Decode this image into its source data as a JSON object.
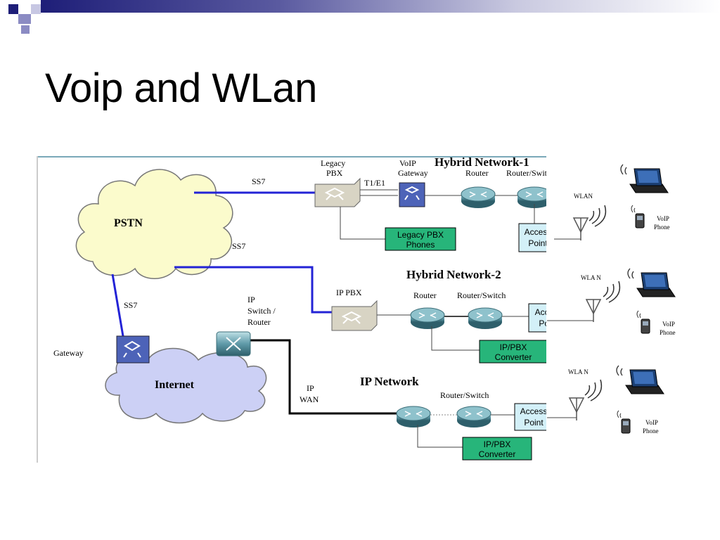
{
  "slide": {
    "title": "Voip and WLan"
  },
  "diagram": {
    "clouds": {
      "pstn": "PSTN",
      "internet": "Internet"
    },
    "network_titles": {
      "hybrid1": "Hybrid Network-1",
      "hybrid2": "Hybrid Network-2",
      "ip": "IP Network"
    },
    "links": {
      "ss7_a": "SS7",
      "ss7_b": "SS7",
      "ss7_c": "SS7",
      "t1e1": "T1/E1",
      "ip_wan_1": "IP",
      "ip_wan_2": "WAN"
    },
    "devices": {
      "legacy_pbx_1": "Legacy",
      "legacy_pbx_2": "PBX",
      "voip_gateway_1": "VoIP",
      "voip_gateway_2": "Gateway",
      "router": "Router",
      "router_switch": "Router/Switch",
      "ip_pbx": "IP PBX",
      "ip_switch_1": "IP",
      "ip_switch_2": "Switch /",
      "ip_switch_3": "Router",
      "gateway": "Gateway",
      "wlan": "WLAN",
      "wlan_b": "WLA N",
      "wlan_c": "WLA N"
    },
    "boxes": {
      "legacy_phones_1": "Legacy PBX",
      "legacy_phones_2": "Phones",
      "access_point_1": "Access",
      "access_point_2": "Point",
      "converter_1": "IP/PBX",
      "converter_2": "Converter"
    },
    "phones": {
      "line1": "VoIP",
      "line2a": "Phone",
      "line2b": "Phone"
    },
    "colors": {
      "trunk": "#2323d6",
      "wan": "#000000",
      "cloud_pstn": "#fbfbcc",
      "cloud_internet": "#ccd0f5",
      "box_green": "#27b57a",
      "box_blue": "#d3f0f8",
      "top_bar": "#2a2a7d"
    }
  }
}
